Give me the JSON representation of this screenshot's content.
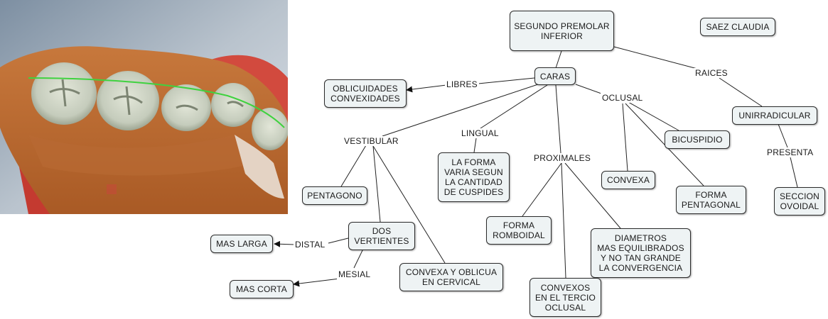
{
  "photo": {
    "alt": "Segundo premolar inferior"
  },
  "nodes": {
    "root": "SEGUNDO PREMOLAR\nINFERIOR",
    "author": "SAEZ CLAUDIA",
    "caras": "CARAS",
    "oblicuidades": "OBLICUIDADES\nCONVEXIDADES",
    "unirradicular": "UNIRRADICULAR",
    "bicuspidio": "BICUSPIDIO",
    "pentagono": "PENTAGONO",
    "forma_varia": "LA FORMA\nVARIA SEGUN\nLA CANTIDAD\nDE CUSPIDES",
    "convexa": "CONVEXA",
    "forma_pentagonal": "FORMA\nPENTAGONAL",
    "seccion_ovoidal": "SECCION\nOVOIDAL",
    "dos_vertientes": "DOS\nVERTIENTES",
    "mas_larga": "MAS LARGA",
    "forma_romboidal": "FORMA\nROMBOIDAL",
    "diametros": "DIAMETROS\nMAS EQUILIBRADOS\nY NO TAN GRANDE\nLA CONVERGENCIA",
    "convexa_oblicua": "CONVEXA Y OBLICUA\nEN CERVICAL",
    "mas_corta": "MAS CORTA",
    "convexos": "CONVEXOS\nEN EL TERCIO\nOCLUSAL"
  },
  "labels": {
    "libres": "LIBRES",
    "raices": "RAICES",
    "oclusal": "OCLUSAL",
    "lingual": "LINGUAL",
    "vestibular": "VESTIBULAR",
    "proximales": "PROXIMALES",
    "presenta": "PRESENTA",
    "distal": "DISTAL",
    "mesial": "MESIAL"
  }
}
